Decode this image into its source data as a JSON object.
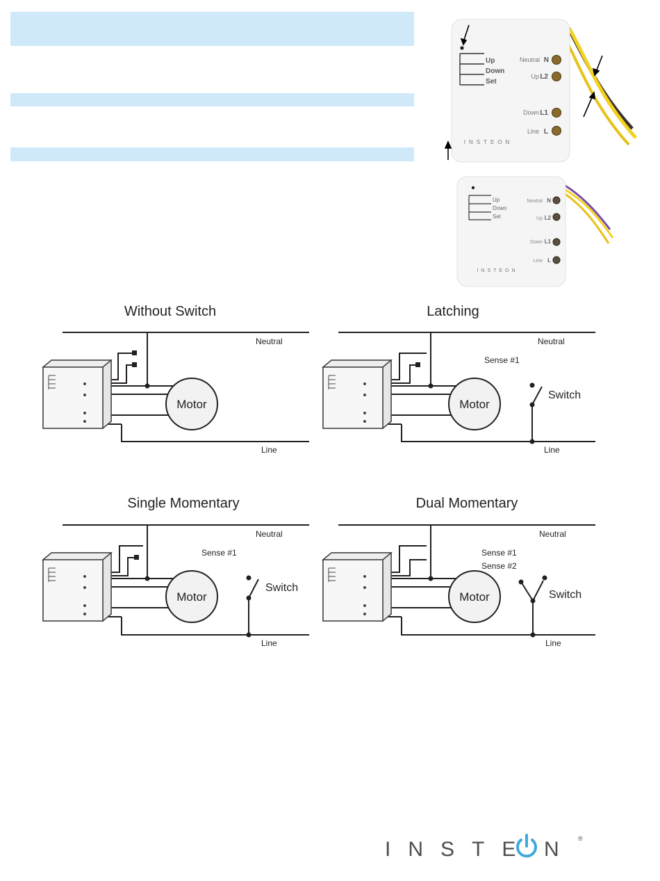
{
  "colors": {
    "header_band": "#cfe9fb",
    "wire": "#231f20",
    "wire_yellow": "#f2d21f",
    "wire_black": "#3a3030",
    "wire_purple": "#7b4ca0",
    "terminal_brass": "#8a6a2a",
    "brand_gray": "#4d4d4f",
    "brand_blue": "#3fa9dc"
  },
  "photo_large": {
    "buttons": [
      "Up",
      "Down",
      "Set"
    ],
    "terminals": [
      "Neutral",
      "Up",
      "Down",
      "Line"
    ],
    "terminal_codes": [
      "N",
      "L2",
      "L1",
      "L"
    ],
    "brand": "INSTEON"
  },
  "photo_small": {
    "buttons": [
      "Up",
      "Down",
      "Set"
    ],
    "terminals": [
      "Neutral",
      "Up",
      "Down",
      "Line"
    ],
    "terminal_codes": [
      "N",
      "L2",
      "L1",
      "L"
    ],
    "brand": "INSTEON"
  },
  "diagrams": {
    "without_switch": {
      "title": "Without Switch",
      "neutral": "Neutral",
      "line": "Line",
      "motor": "Motor"
    },
    "latching": {
      "title": "Latching",
      "neutral": "Neutral",
      "line": "Line",
      "motor": "Motor",
      "sense1": "Sense #1",
      "switch": "Switch"
    },
    "single_momentary": {
      "title": "Single Momentary",
      "neutral": "Neutral",
      "line": "Line",
      "motor": "Motor",
      "sense1": "Sense #1",
      "switch": "Switch"
    },
    "dual_momentary": {
      "title": "Dual Momentary",
      "neutral": "Neutral",
      "line": "Line",
      "motor": "Motor",
      "sense1": "Sense #1",
      "sense2": "Sense #2",
      "switch": "Switch"
    }
  },
  "footer": {
    "logo_left": "INSTE",
    "logo_right": "N",
    "registered": "®"
  }
}
